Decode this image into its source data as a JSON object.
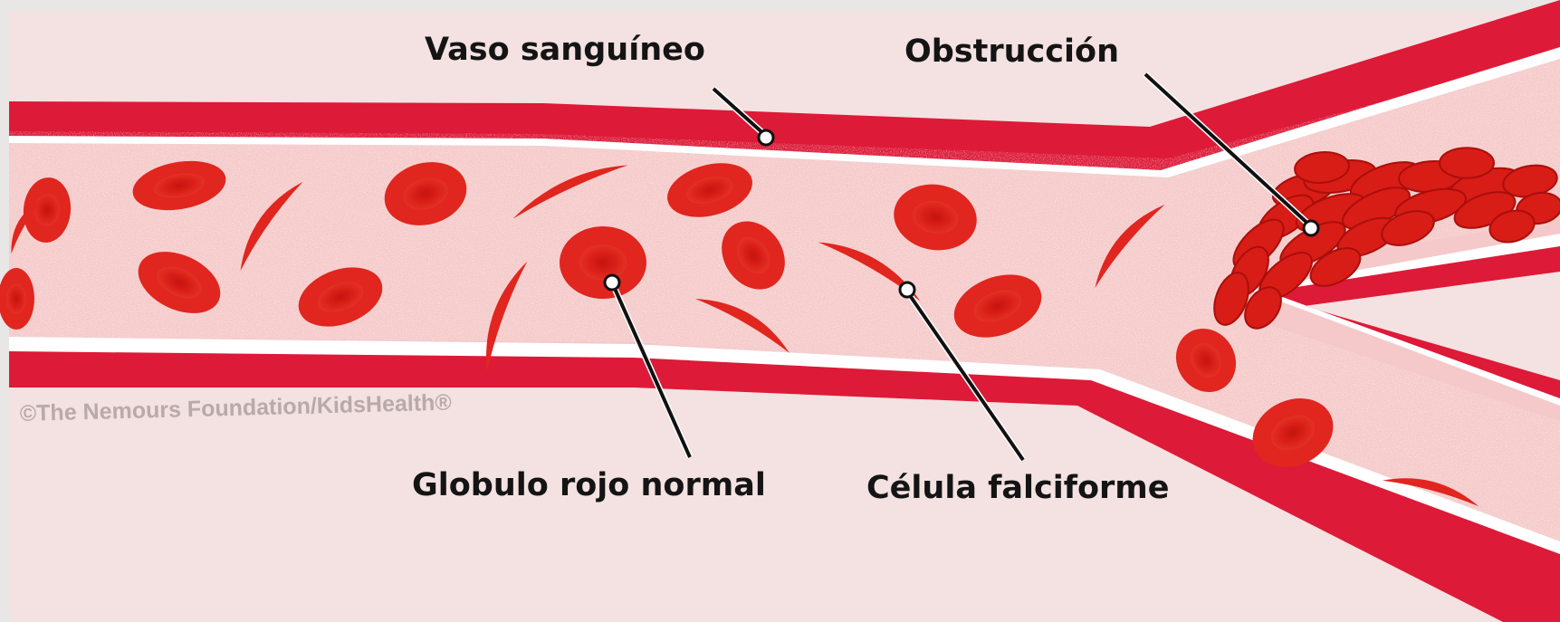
{
  "labels": {
    "vessel": "Vaso sanguíneo",
    "obstruction": "Obstrucción",
    "normal_rbc": "Globulo rojo normal",
    "sickle_cell": "Célula falciforme"
  },
  "credit": "©The Nemours Foundation/KidsHealth®",
  "colors": {
    "background": "#f4e1e1",
    "frame": "#e9e6e6",
    "vessel_wall": "#dd1a38",
    "lumen": "#f5c9c9",
    "cell": "#e0261e",
    "cell_center": "#c0150f",
    "leader": "#111111"
  }
}
